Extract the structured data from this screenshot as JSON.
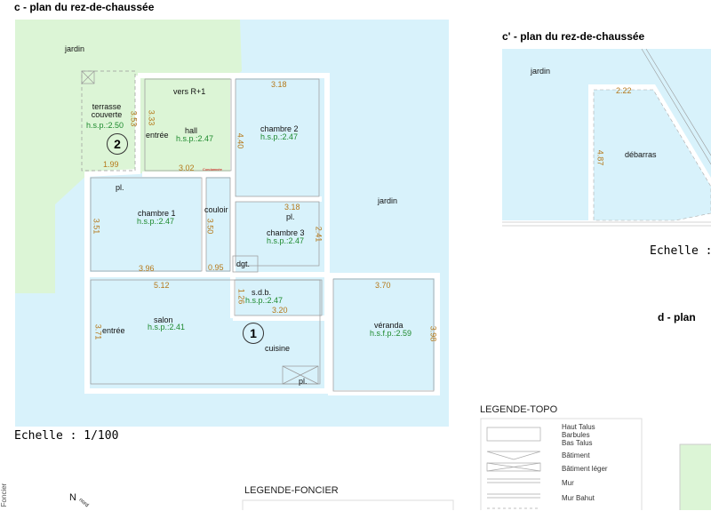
{
  "plan_c": {
    "title": "c - plan du rez-de-chaussée",
    "scale": "Echelle : 1/100",
    "labels": {
      "jardin_nw": "jardin",
      "jardin_e": "jardin",
      "terrasse": "terrasse\ncouverte",
      "terrasse_hsp": "h.s.p.:2.50",
      "entree_top": "entrée",
      "vers": "vers R+1",
      "hall": "hall",
      "hall_hsp": "h.s.p.:2.47",
      "chambre2": "chambre 2",
      "chambre2_hsp": "h.s.p.:2.47",
      "pl1": "pl.",
      "pl2": "pl.",
      "pl3": "pl.",
      "chambre1": "chambre 1",
      "chambre1_hsp": "h.s.p.:2.47",
      "couloir": "couloir",
      "chambre3": "chambre 3",
      "chambre3_hsp": "h.s.p.:2.47",
      "dgt": "dgt.",
      "sdb": "s.d.b.",
      "sdb_hsp": "h.s.p.:2.47",
      "salon": "salon",
      "salon_hsp": "h.s.p.:2.41",
      "entree_left": "entrée",
      "cuisine": "cuisine",
      "veranda": "véranda",
      "veranda_hsp": "h.s.f.p.:2.59",
      "condamnee": "Condamnée"
    },
    "markers": [
      "1",
      "2"
    ],
    "dimensions": {
      "d318a": "3.18",
      "d353": "3.53",
      "d333": "3.33",
      "d440": "4.40",
      "d199": "1.99",
      "d302": "3.02",
      "d318b": "3.18",
      "d351": "3.51",
      "d350": "3.50",
      "d241": "2.41",
      "d396": "3.96",
      "d095": "0.95",
      "d512": "5.12",
      "d126": "1.26",
      "d320": "3.20",
      "d370": "3.70",
      "d371": "3.71",
      "d398": "3.98"
    }
  },
  "plan_c_prime": {
    "title": "c' - plan du rez-de-chaussée",
    "jardin": "jardin",
    "debarras": "débarras",
    "d222": "2.22",
    "d487": "4.87",
    "scale": "Echelle :"
  },
  "plan_d": {
    "title": "d - plan"
  },
  "legende_topo": {
    "title": "LEGENDE-TOPO",
    "items": [
      "Haut Talus",
      "Barbules",
      "Bas Talus",
      "Bâtiment",
      "Bâtiment léger",
      "Mur",
      "Mur Bahut"
    ]
  },
  "legende_foncier": {
    "title": "LEGENDE-FONCIER"
  },
  "north": {
    "label": "N",
    "sub": "nord"
  },
  "side_label": "Foncier",
  "colors": {
    "garden_green": "#dcf5d6",
    "interior_blue": "#d8f2fb",
    "dimension": "#b5781a",
    "height": "#1e8a2e"
  }
}
